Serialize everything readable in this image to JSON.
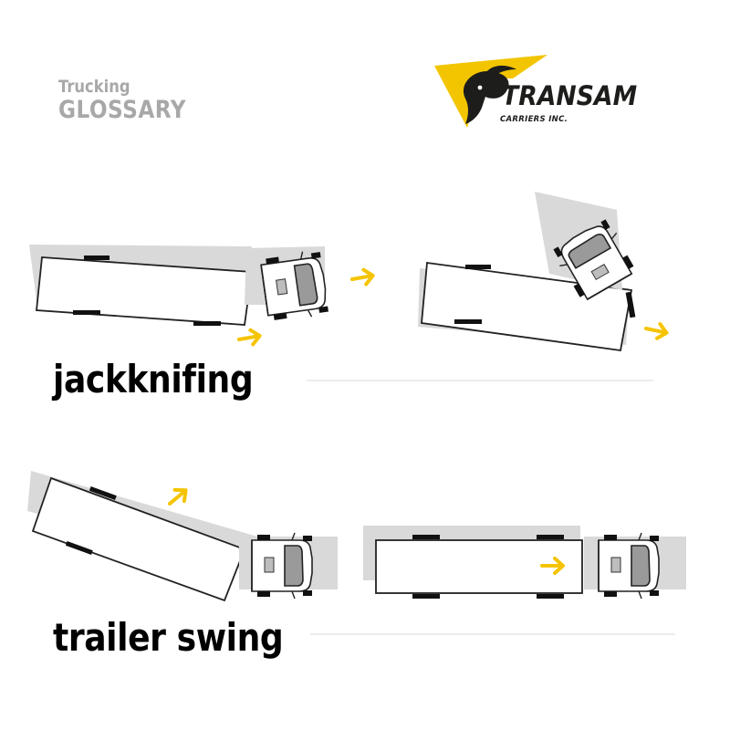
{
  "header": {
    "line1": "Trucking",
    "line2": "GLOSSARY"
  },
  "logo": {
    "name": "TRANSAM",
    "subtitle": "CARRIERS INC.",
    "accent_color": "#f2c500",
    "dark_color": "#1d1d1b"
  },
  "sections": [
    {
      "caption": "jackknifing"
    },
    {
      "caption": "trailer swing"
    }
  ],
  "colors": {
    "arrow": "#f5c400",
    "shadow": "#d9d9d9",
    "outline": "#222222",
    "windshield": "#9a9a9a"
  }
}
